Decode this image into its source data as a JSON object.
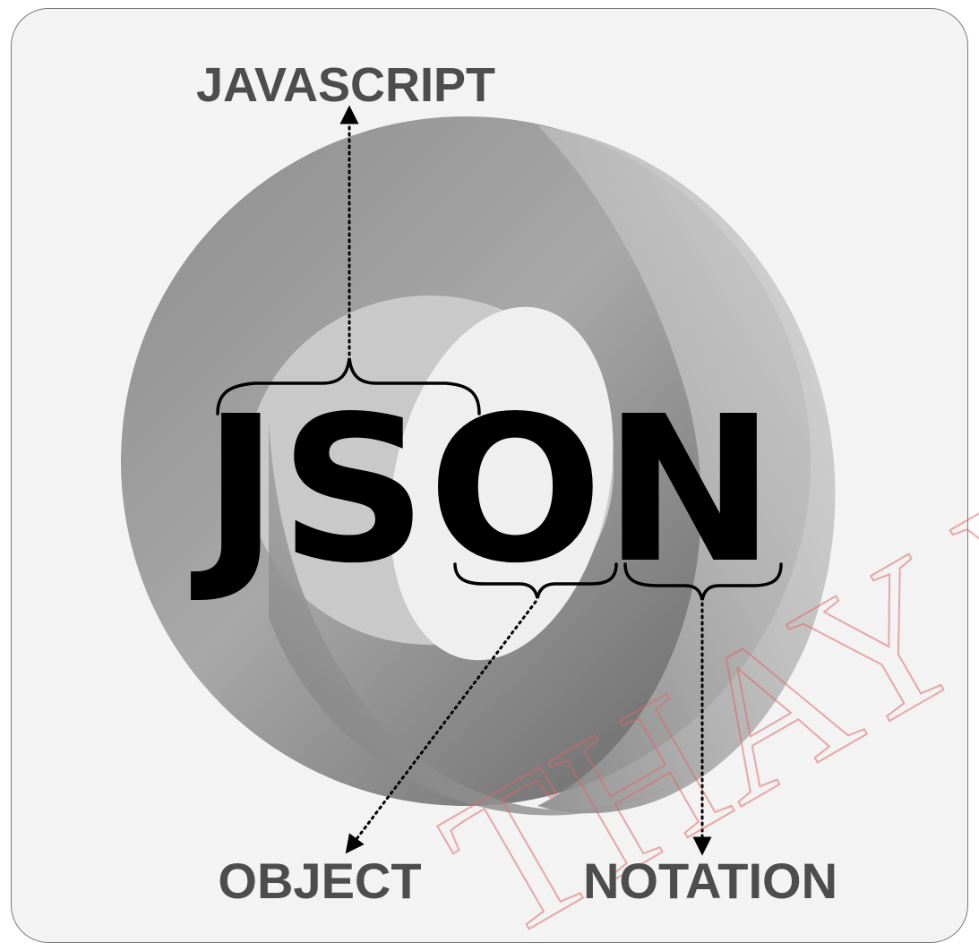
{
  "diagram": {
    "word": "JSON",
    "labels": {
      "javascript": "JAVASCRIPT",
      "object": "OBJECT",
      "notation": "NOTATION"
    },
    "watermark": "THAY VU"
  },
  "colors": {
    "background": "#f3f3f3",
    "border": "#7a7a7a",
    "label_text": "#4d4d4d",
    "main_text": "#000000",
    "watermark": "#e06666",
    "ring_dark": "#6e6e6e",
    "ring_light": "#c8c8c8"
  },
  "icons": [
    "curly-brace-icon",
    "dotted-arrow-icon",
    "torus-logo-icon"
  ]
}
